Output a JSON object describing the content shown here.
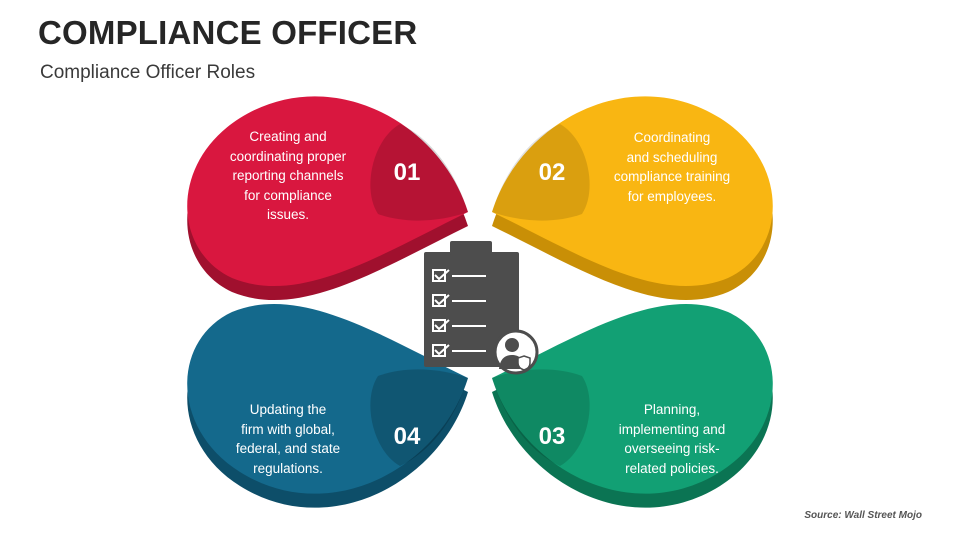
{
  "header": {
    "title": "COMPLIANCE OFFICER",
    "subtitle": "Compliance Officer Roles"
  },
  "roles": [
    {
      "number": "01",
      "text": "Creating and\ncoordinating proper\nreporting channels\nfor compliance\nissues.",
      "color": "#D9173F"
    },
    {
      "number": "02",
      "text": "Coordinating\nand scheduling\ncompliance training\nfor employees.",
      "color": "#F9B612"
    },
    {
      "number": "03",
      "text": "Planning,\nimplementing and\noverseeing risk-\nrelated policies.",
      "color": "#12A074"
    },
    {
      "number": "04",
      "text": "Updating the\nfirm with global,\nfederal, and state\nregulations.",
      "color": "#14698C"
    }
  ],
  "center_icon": "clipboard-checklist-with-officer-icon",
  "source": "Source: Wall Street Mojo"
}
